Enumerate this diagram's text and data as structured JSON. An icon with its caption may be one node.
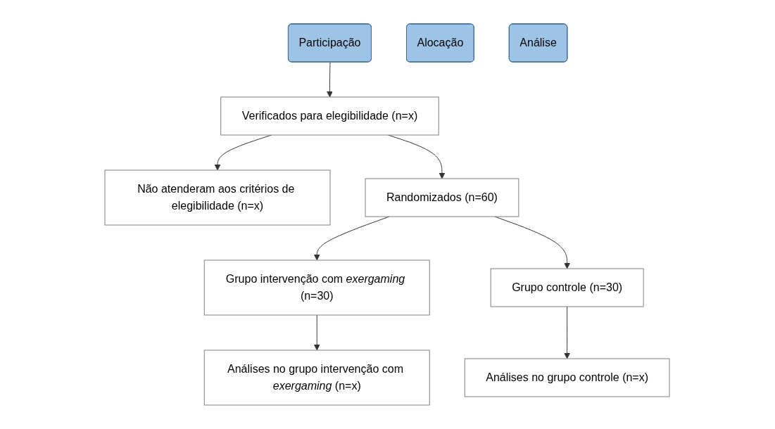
{
  "diagram": {
    "nodes": [
      {
        "text": [
          "Participação"
        ]
      },
      {
        "text": [
          "Verificados para elegibilidade (n=x)"
        ]
      },
      {
        "text": [
          "Não atenderam aos critérios de elegibilidade (n=x)"
        ]
      },
      {
        "text": [
          "Randomizados (n=60)"
        ]
      },
      {
        "text": [
          "Alocação"
        ]
      },
      {
        "text": [
          "Grupo intervenção com *exergaming* (n=30)"
        ]
      },
      {
        "text": [
          "Grupo controle (n=30)"
        ]
      },
      {
        "text": [
          "Análise"
        ]
      },
      {
        "text": [
          "Análises no grupo intervenção com *exergaming* (n=x)"
        ]
      },
      {
        "text": [
          "Análises no grupo controle (n=x)"
        ]
      }
    ],
    "edges": [
      {
        "from": 0,
        "to": 1,
        "arrow": "to"
      },
      {
        "from": 1,
        "to": 2,
        "arrow": "to"
      },
      {
        "from": 1,
        "to": 3,
        "arrow": "to"
      },
      {
        "from": 3,
        "to": 5,
        "arrow": "to"
      },
      {
        "from": 3,
        "to": 6,
        "arrow": "to"
      },
      {
        "from": 5,
        "to": 8,
        "arrow": "to"
      },
      {
        "from": 6,
        "to": 9,
        "arrow": "to"
      }
    ]
  }
}
